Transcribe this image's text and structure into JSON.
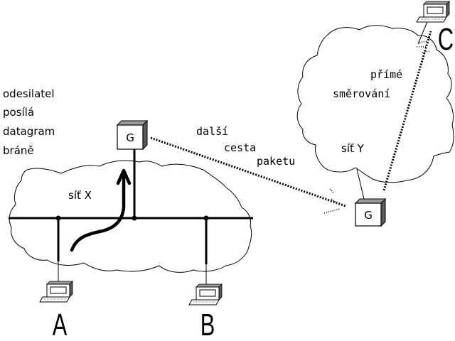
{
  "sender_note": {
    "lines": [
      "odesilatel",
      "posílá",
      "datagram",
      "bráně"
    ]
  },
  "network_x": {
    "label": "síť X",
    "gateway_label": "G",
    "hosts": [
      {
        "label": "A"
      },
      {
        "label": "B"
      }
    ]
  },
  "network_y": {
    "label": "síť Y",
    "direct_routing": [
      "přímé",
      "směrování"
    ],
    "gateway_label": "G",
    "host": {
      "label": "C"
    }
  },
  "next_path": [
    "další",
    "cesta",
    "paketu"
  ],
  "colors": {
    "ink": "#000000",
    "background": "#ffffff",
    "device_shade": "#808080"
  },
  "icons": {
    "computer": "computer-icon",
    "gateway": "gateway-box-icon"
  }
}
